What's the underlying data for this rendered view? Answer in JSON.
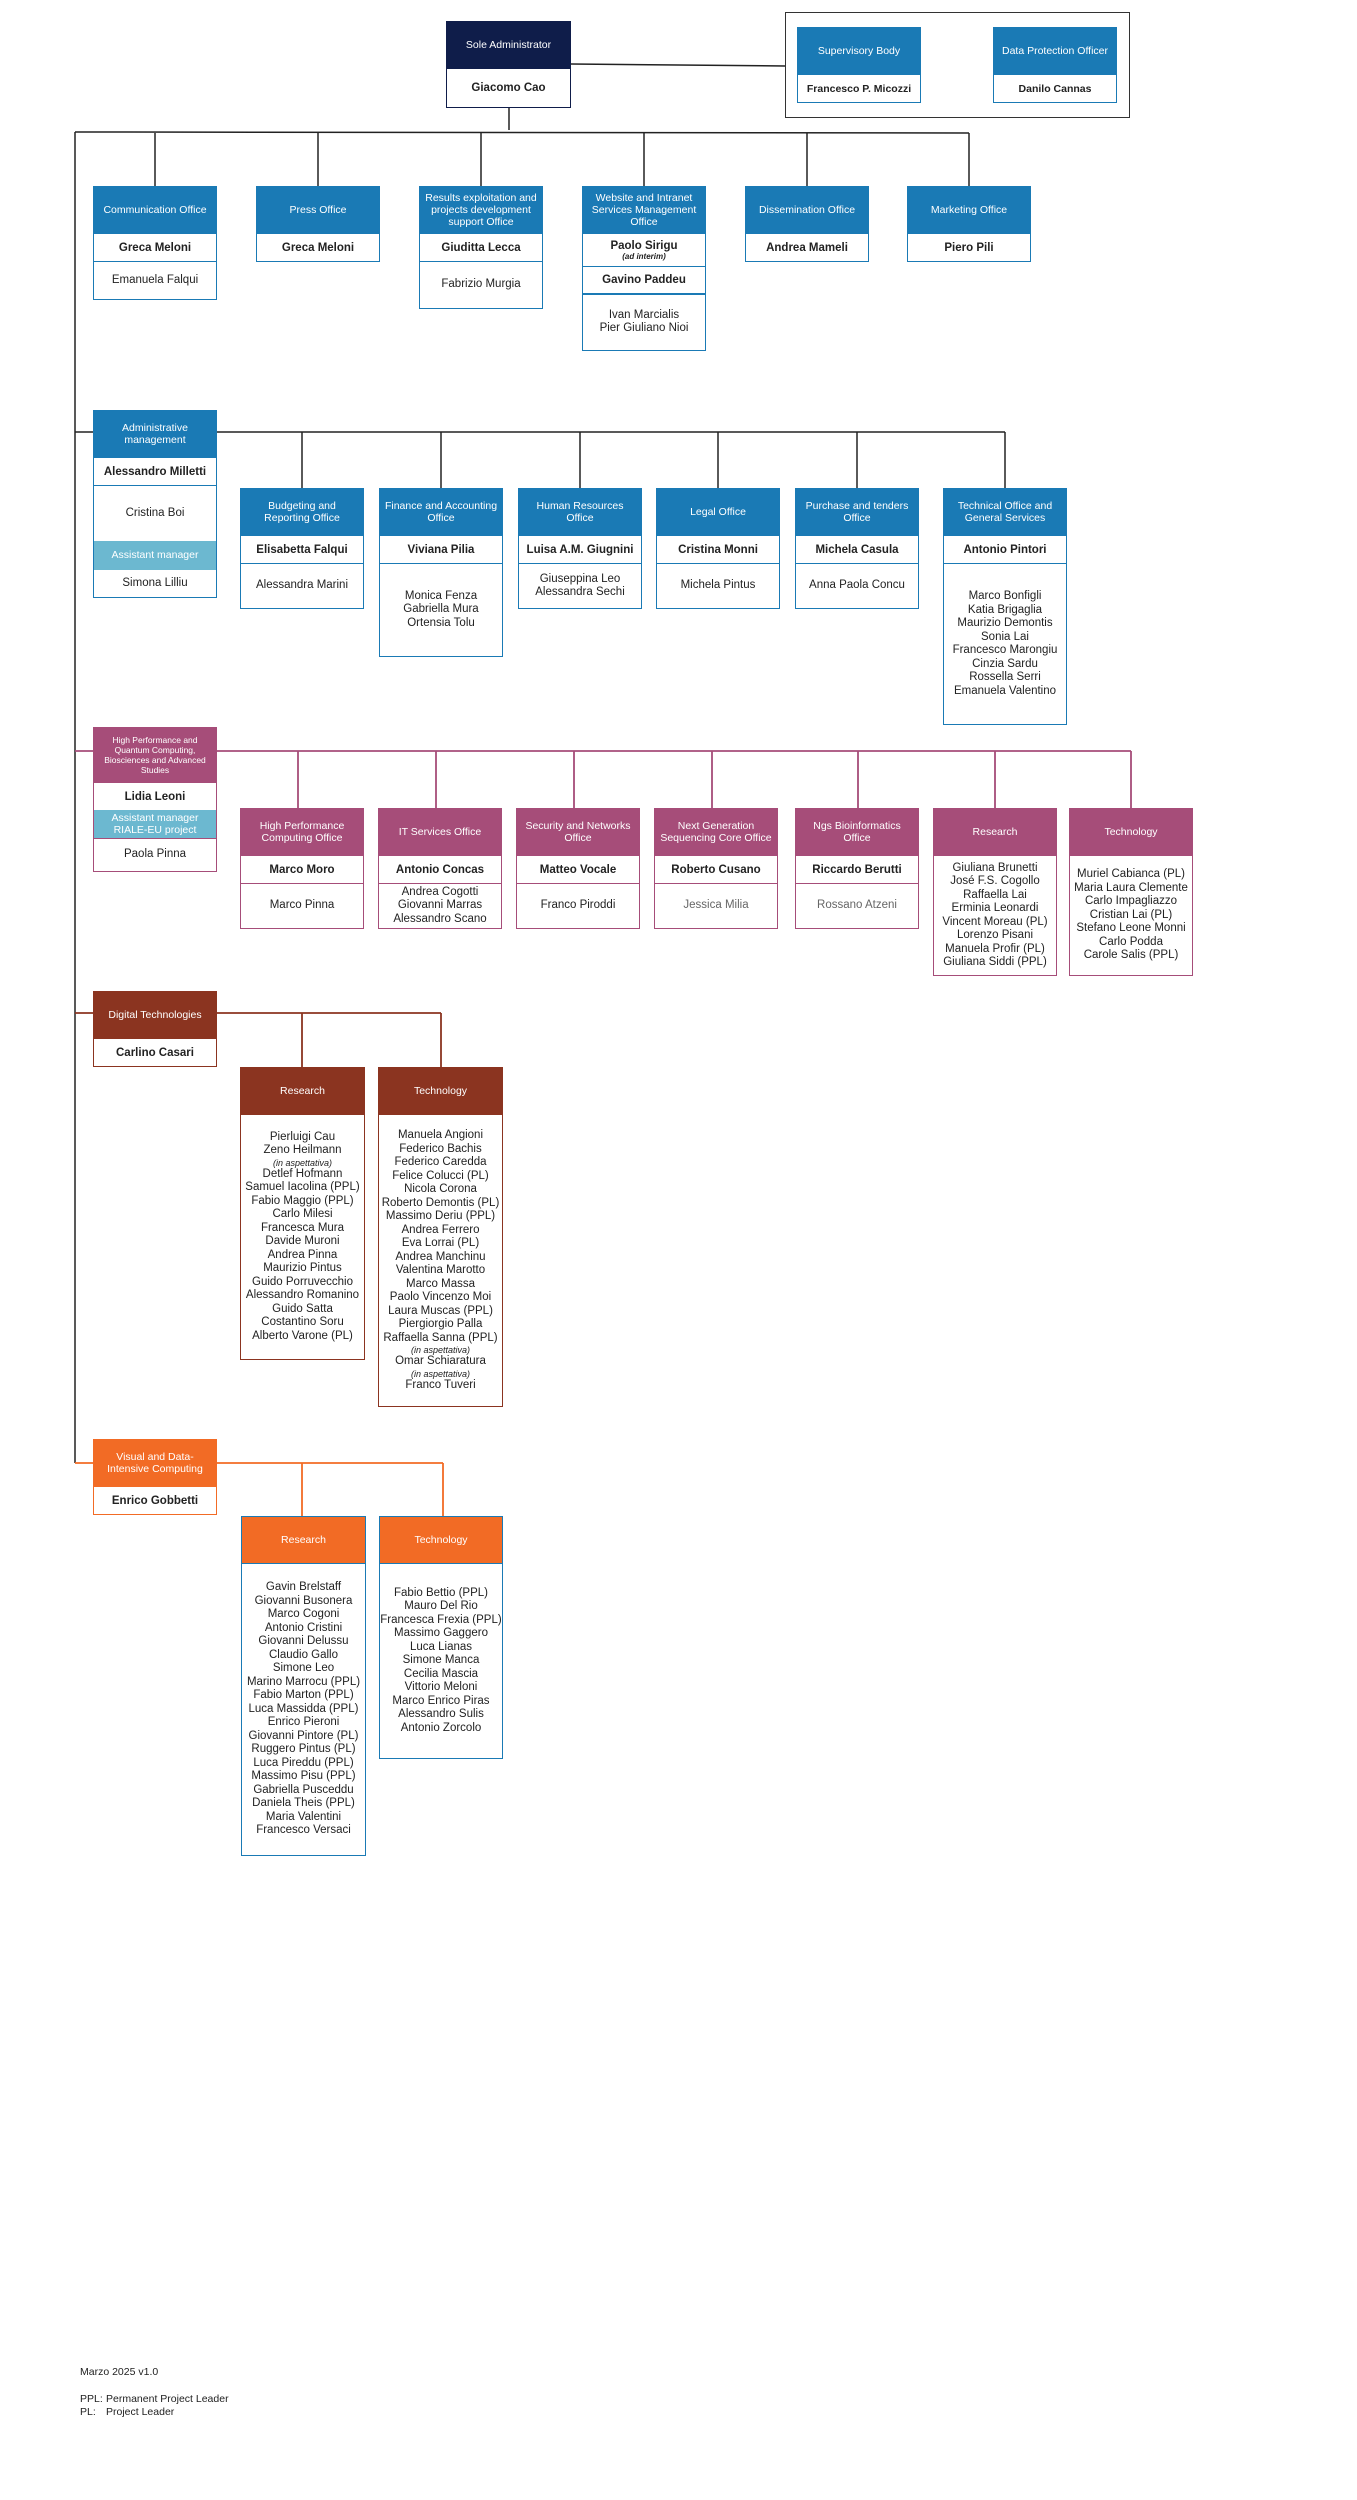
{
  "colors": {
    "admin": "#0f1d4a",
    "blue": "#1a7ab5",
    "light_blue": "#6cb8d0",
    "magenta": "#a64d79",
    "brown": "#8b3420",
    "orange": "#f26b25"
  },
  "top": {
    "sole_admin": {
      "title": "Sole Administrator",
      "lead": "Giacomo Cao"
    },
    "supervisory": {
      "title": "Supervisory Body",
      "lead": "Francesco P. Micozzi"
    },
    "dpo": {
      "title": "Data Protection Officer",
      "lead": "Danilo Cannas"
    }
  },
  "staff": {
    "communication": {
      "title": "Communication Office",
      "lead": "Greca Meloni",
      "members": "Emanuela Falqui"
    },
    "press": {
      "title": "Press Office",
      "lead": "Greca Meloni"
    },
    "results": {
      "title": "Results exploitation and projects development support Office",
      "lead": "Giuditta Lecca",
      "members": "Fabrizio Murgia"
    },
    "website": {
      "title": "Website and Intranet Services Management Office",
      "lead": "Paolo Sirigu",
      "lead_note": "(ad interim)",
      "lead2": "Gavino Paddeu",
      "members": [
        "Ivan Marcialis",
        "Pier Giuliano Nioi"
      ]
    },
    "dissemination": {
      "title": "Dissemination Office",
      "lead": "Andrea Mameli"
    },
    "marketing": {
      "title": "Marketing Office",
      "lead": "Piero Pili"
    }
  },
  "admin": {
    "title": "Administrative management",
    "lead": "Alessandro Milletti",
    "members": "Cristina Boi",
    "assistant_title": "Assistant manager",
    "assistant": "Simona Lilliu",
    "offices": [
      {
        "title": "Budgeting and Reporting Office",
        "lead": "Elisabetta Falqui",
        "members": [
          "Alessandra Marini"
        ]
      },
      {
        "title": "Finance and Accounting Office",
        "lead": "Viviana Pilia",
        "members": [
          "Monica Fenza",
          "Gabriella Mura",
          "Ortensia Tolu"
        ]
      },
      {
        "title": "Human Resources Office",
        "lead": "Luisa A.M. Giugnini",
        "members": [
          "Giuseppina Leo",
          "Alessandra Sechi"
        ]
      },
      {
        "title": "Legal Office",
        "lead": "Cristina Monni",
        "members": [
          "Michela Pintus"
        ]
      },
      {
        "title": "Purchase and tenders Office",
        "lead": "Michela Casula",
        "members": [
          "Anna Paola Concu"
        ]
      },
      {
        "title": "Technical Office and General Services",
        "lead": "Antonio Pintori",
        "members": [
          "Marco Bonfigli",
          "Katia Brigaglia",
          "Maurizio Demontis",
          "Sonia Lai",
          "Francesco Marongiu",
          "Cinzia Sardu",
          "Rossella Serri",
          "Emanuela Valentino"
        ]
      }
    ]
  },
  "hpc": {
    "title": "High Performance and Quantum Computing, Biosciences and Advanced Studies",
    "lead": "Lidia Leoni",
    "assistant_title": "Assistant manager RIALE-EU project",
    "assistant": "Paola Pinna",
    "offices": [
      {
        "title": "High Performance Computing Office",
        "lead": "Marco Moro",
        "members": [
          "Marco Pinna"
        ]
      },
      {
        "title": "IT Services Office",
        "lead": "Antonio Concas",
        "members": [
          "Andrea Cogotti",
          "Giovanni Marras",
          "Alessandro Scano"
        ]
      },
      {
        "title": "Security and Networks Office",
        "lead": "Matteo Vocale",
        "members": [
          "Franco Piroddi"
        ]
      },
      {
        "title": "Next Generation Sequencing Core Office",
        "lead": "Roberto Cusano",
        "members": [
          "Jessica Milia"
        ]
      },
      {
        "title": "Ngs Bioinformatics Office",
        "lead": "Riccardo Berutti",
        "members": [
          "Rossano Atzeni"
        ]
      },
      {
        "title": "Research",
        "members": [
          "Giuliana Brunetti",
          "José F.S. Cogollo",
          "Raffaella Lai",
          "Erminia Leonardi",
          "Vincent Moreau (PL)",
          "Lorenzo Pisani",
          "Manuela Profir (PL)",
          "Giuliana Siddi (PPL)"
        ]
      },
      {
        "title": "Technology",
        "members": [
          "Muriel Cabianca (PL)",
          "Maria Laura Clemente",
          "Carlo Impagliazzo",
          "Cristian Lai (PL)",
          "Stefano Leone Monni",
          "Carlo Podda",
          "Carole Salis (PPL)"
        ]
      }
    ]
  },
  "digital": {
    "title": "Digital Technologies",
    "lead": "Carlino Casari",
    "research": {
      "title": "Research",
      "members": [
        "Pierluigi Cau",
        "Zeno Heilmann",
        "(in aspettativa)",
        "Detlef Hofmann",
        "Samuel Iacolina (PPL)",
        "Fabio Maggio (PPL)",
        "Carlo Milesi",
        "Francesca Mura",
        "Davide Muroni",
        "Andrea Pinna",
        "Maurizio Pintus",
        "Guido Porruvecchio",
        "Alessandro Romanino",
        "Guido Satta",
        "Costantino Soru",
        "Alberto Varone (PL)"
      ]
    },
    "technology": {
      "title": "Technology",
      "members": [
        "Manuela Angioni",
        "Federico Bachis",
        "Federico Caredda",
        "Felice Colucci (PL)",
        "Nicola Corona",
        "Roberto Demontis (PL)",
        "Massimo Deriu (PPL)",
        "Andrea Ferrero",
        "Eva Lorrai (PL)",
        "Andrea Manchinu",
        "Valentina Marotto",
        "Marco Massa",
        "Paolo Vincenzo Moi",
        "Laura Muscas (PPL)",
        "Piergiorgio Palla",
        "Raffaella Sanna (PPL)",
        "(in aspettativa)",
        "Omar Schiaratura",
        "(in aspettativa)",
        "Franco Tuveri"
      ]
    }
  },
  "visual": {
    "title": "Visual and Data-Intensive Computing",
    "lead": "Enrico Gobbetti",
    "research": {
      "title": "Research",
      "members": [
        "Gavin Brelstaff",
        "Giovanni Busonera",
        "Marco Cogoni",
        "Antonio Cristini",
        "Giovanni Delussu",
        "Claudio Gallo",
        "Simone Leo",
        "Marino Marrocu (PPL)",
        "Fabio Marton (PPL)",
        "Luca Massidda (PPL)",
        "Enrico Pieroni",
        "Giovanni Pintore (PL)",
        "Ruggero Pintus (PL)",
        "Luca Pireddu (PPL)",
        "Massimo Pisu (PPL)",
        "Gabriella Pusceddu",
        "Daniela Theis (PPL)",
        "Maria Valentini",
        "Francesco Versaci"
      ]
    },
    "technology": {
      "title": "Technology",
      "members": [
        "Fabio Bettio (PPL)",
        "Mauro Del Rio",
        "Francesca Frexia (PPL)",
        "Massimo Gaggero",
        "Luca Lianas",
        "Simone Manca",
        "Cecilia Mascia",
        "Vittorio Meloni",
        "Marco Enrico Piras",
        "Alessandro Sulis",
        "Antonio Zorcolo"
      ]
    }
  },
  "footer": {
    "version": "Marzo 2025 v1.0",
    "ppl_key": "PPL:",
    "ppl": "Permanent Project Leader",
    "pl_key": "PL:",
    "pl": "Project Leader"
  }
}
